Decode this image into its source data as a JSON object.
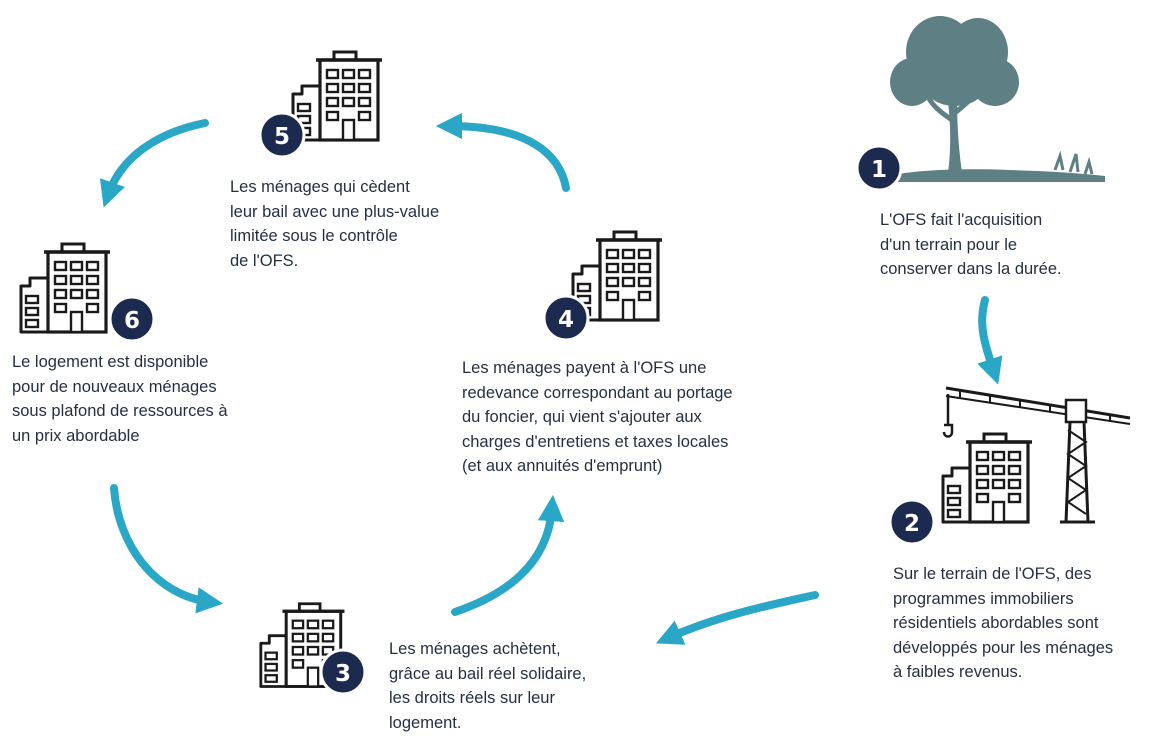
{
  "colors": {
    "arrow": "#2aa6c7",
    "badge": "#1b2a4e",
    "tree": "#5e8084",
    "building_stroke": "#1a1a1a",
    "text": "#243042"
  },
  "steps": [
    {
      "number": "1",
      "icon": "tree-icon",
      "lines": [
        "L'OFS fait l'acquisition",
        "d'un terrain pour le",
        "conserver dans la durée."
      ]
    },
    {
      "number": "2",
      "icon": "building-crane-icon",
      "lines": [
        "Sur le terrain de l'OFS, des",
        "programmes immobiliers",
        "résidentiels abordables sont",
        "développés pour les ménages",
        "à faibles revenus."
      ]
    },
    {
      "number": "3",
      "icon": "building-icon",
      "lines": [
        "Les ménages achètent,",
        "grâce au bail réel solidaire,",
        "les droits réels sur leur",
        "logement."
      ]
    },
    {
      "number": "4",
      "icon": "building-icon",
      "lines": [
        "Les ménages payent à l'OFS une",
        "redevance correspondant au portage",
        "du foncier, qui vient s'ajouter aux",
        "charges d'entretiens et taxes locales",
        "(et aux annuités d'emprunt)"
      ]
    },
    {
      "number": "5",
      "icon": "building-icon",
      "lines": [
        "Les ménages qui cèdent",
        "leur bail avec une plus-value",
        "limitée sous le contrôle",
        "de l'OFS."
      ]
    },
    {
      "number": "6",
      "icon": "building-icon",
      "lines": [
        "Le logement est disponible",
        "pour de nouveaux ménages",
        "sous plafond de ressources à",
        "un prix abordable"
      ]
    }
  ]
}
